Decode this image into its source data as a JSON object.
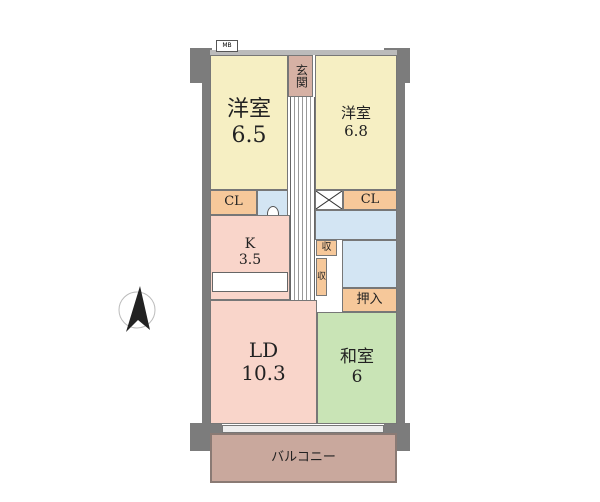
{
  "rooms": {
    "western_left": {
      "name": "洋室",
      "size": "6.5"
    },
    "western_right": {
      "name": "洋室",
      "size": "6.8"
    },
    "entrance": {
      "name": "玄関"
    },
    "closet_left": {
      "name": "CL"
    },
    "closet_right": {
      "name": "CL"
    },
    "kitchen": {
      "name": "K",
      "size": "3.5"
    },
    "living_dining": {
      "name": "LD",
      "size": "10.3"
    },
    "japanese_room": {
      "name": "和室",
      "size": "6"
    },
    "storage_1": {
      "name": "収"
    },
    "storage_2": {
      "name": "収"
    },
    "oshiire": {
      "name": "押入"
    },
    "balcony": {
      "name": "バルコニー"
    },
    "meter_box": {
      "name": "MB"
    }
  },
  "colors": {
    "western": "#f6efc3",
    "closet": "#f6c89a",
    "water": "#d3e5f3",
    "living": "#f9d5ca",
    "tatami": "#c9e4b6",
    "balcony": "#c9a89d"
  }
}
